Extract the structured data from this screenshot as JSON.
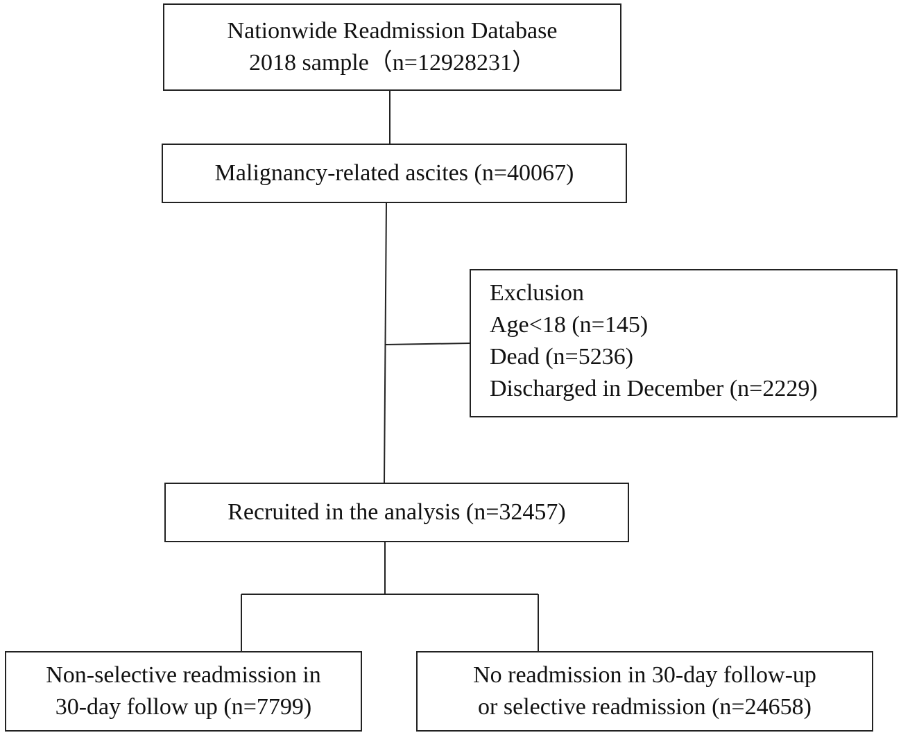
{
  "boxes": {
    "source": {
      "line1": "Nationwide Readmission Database",
      "line2": "2018 sample（n=12928231）"
    },
    "malignancy": {
      "line1": "Malignancy-related ascites (n=40067)"
    },
    "exclusion": {
      "title": "Exclusion",
      "items": [
        "Age<18 (n=145)",
        "Dead (n=5236)",
        "Discharged in December (n=2229)"
      ]
    },
    "recruited": {
      "line1": "Recruited in the analysis (n=32457)"
    },
    "non_selective": {
      "line1": "Non-selective readmission in",
      "line2": "30-day follow up (n=7799)"
    },
    "no_readmission": {
      "line1": "No readmission in 30-day follow-up",
      "line2": "or selective readmission (n=24658)"
    }
  }
}
